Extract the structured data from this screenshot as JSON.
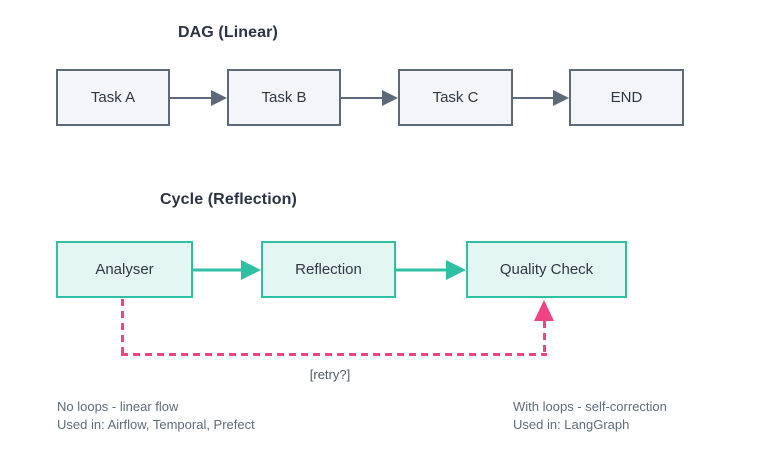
{
  "dag": {
    "title": "DAG (Linear)",
    "nodes": [
      {
        "label": "Task A"
      },
      {
        "label": "Task B"
      },
      {
        "label": "Task C"
      },
      {
        "label": "END"
      }
    ],
    "note_line1": "No loops - linear flow",
    "note_line2": "Used in: Airflow, Temporal, Prefect"
  },
  "cycle": {
    "title": "Cycle (Reflection)",
    "nodes": [
      {
        "label": "Analyser"
      },
      {
        "label": "Reflection"
      },
      {
        "label": "Quality Check"
      }
    ],
    "retry_label": "[retry?]",
    "note_line1": "With loops - self-correction",
    "note_line2": "Used in: LangGraph"
  },
  "colors": {
    "background": "#ffffff",
    "gray_node_fill": "#f4f5f8",
    "gray_node_border": "#5d6878",
    "gray_arrow": "#5d6878",
    "teal_node_fill": "#e4f6f2",
    "teal_node_border": "#2fc0a4",
    "teal_arrow": "#2fc0a4",
    "retry_pink": "#ef4287",
    "title_text": "#2b3342",
    "node_text": "#2e3744",
    "note_text": "#5f6b7a"
  }
}
